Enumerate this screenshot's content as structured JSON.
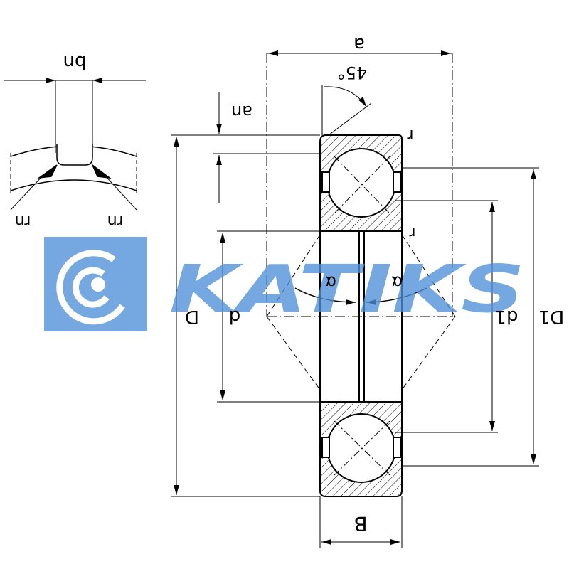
{
  "labels": {
    "a": "a",
    "angle45": "45°",
    "an": "an",
    "bn": "bn",
    "rn_left": "rn",
    "rn_right": "rn",
    "r_top": "r",
    "r_mid": "r",
    "alpha_left": "α",
    "alpha_right": "α",
    "D": "D",
    "d": "d",
    "d1": "d1",
    "D1": "D1",
    "B": "B"
  },
  "watermark": {
    "text": "KATIKS",
    "color": "#5b9be0"
  },
  "colors": {
    "line": "#000000",
    "watermark": "#4f8fd8"
  }
}
